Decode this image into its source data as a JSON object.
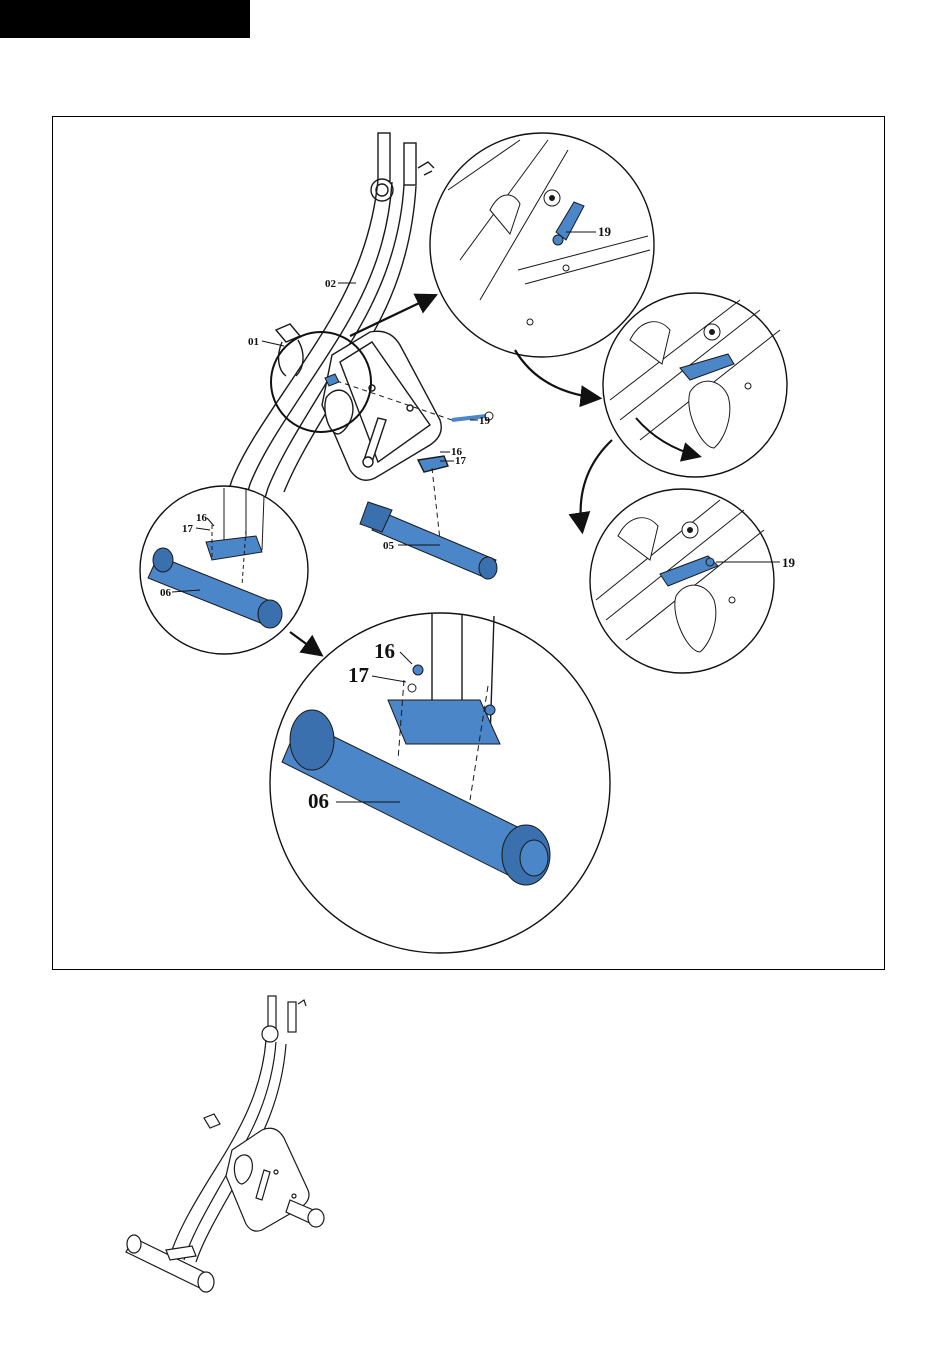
{
  "labels": {
    "frame_02": "02",
    "handle_01": "01",
    "pin_19_main": "19",
    "bolt_16_main": "16",
    "washer_17_main": "17",
    "stabilizer_05": "05",
    "bolt_16_circle": "16",
    "washer_17_circle": "17",
    "stabilizer_06_circle": "06",
    "pin_19_topdetail": "19",
    "pin_19_bottomdetail": "19",
    "bolt_16_zoom": "16",
    "washer_17_zoom": "17",
    "stabilizer_06_zoom": "06"
  },
  "colors": {
    "part_blue": "#4a86c8",
    "part_blue_dark": "#2f5f9a",
    "line": "#1a1a1a",
    "header": "#000000"
  }
}
